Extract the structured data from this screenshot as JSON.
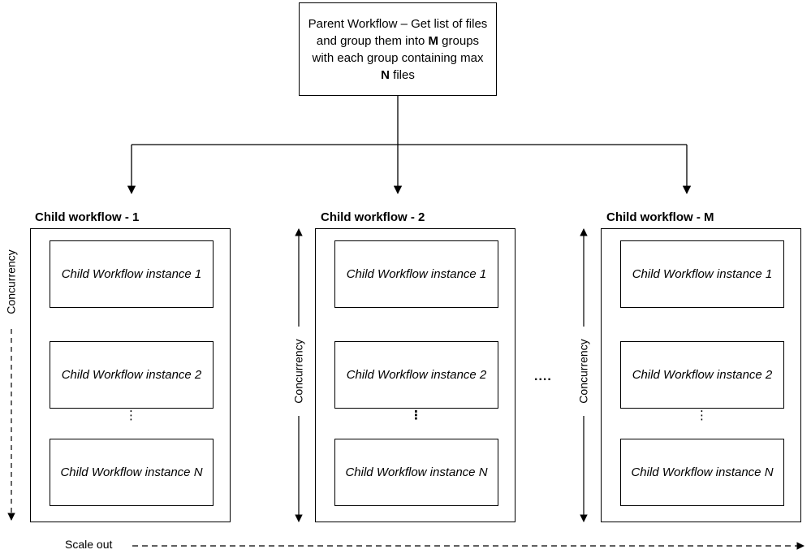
{
  "parent": {
    "text_1": "Parent Workflow – Get list of files and group them into ",
    "m": "M",
    "text_2": " groups with each group containing max ",
    "n": "N",
    "text_3": " files"
  },
  "groups": [
    {
      "title": "Child workflow - 1",
      "instances": [
        "Child Workflow instance 1",
        "Child Workflow instance 2",
        "Child Workflow instance N"
      ],
      "ellipsis": "⋮",
      "concurrency": "Concurrency"
    },
    {
      "title": "Child workflow - 2",
      "instances": [
        "Child Workflow instance 1",
        "Child Workflow instance 2",
        "Child Workflow instance N"
      ],
      "ellipsis": "⋮",
      "concurrency": "Concurrency"
    },
    {
      "title": "Child workflow - M",
      "instances": [
        "Child Workflow instance 1",
        "Child Workflow instance 2",
        "Child Workflow instance N"
      ],
      "ellipsis": "⋮",
      "concurrency": "Concurrency"
    }
  ],
  "between_groups": "....",
  "scale_out": "Scale out"
}
